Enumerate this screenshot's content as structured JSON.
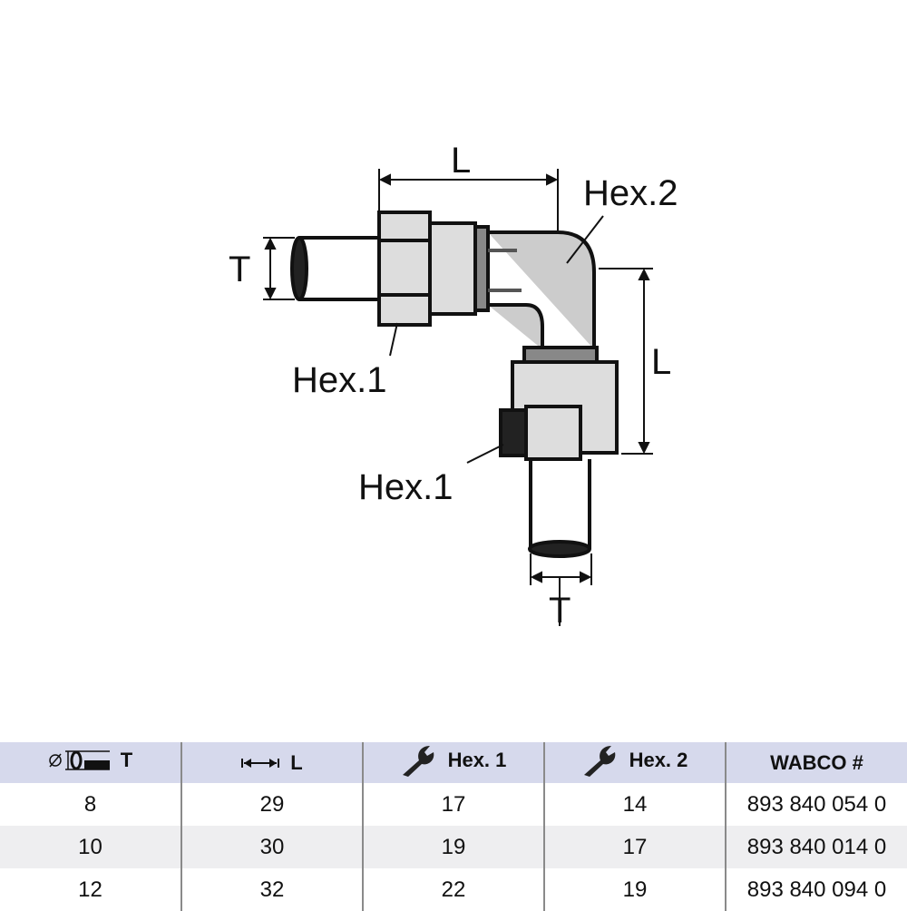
{
  "drawing": {
    "labels": {
      "length_top": "L",
      "length_right": "L",
      "tube_left": "T",
      "tube_bottom": "T",
      "hex2": "Hex.2",
      "hex1_upper": "Hex.1",
      "hex1_lower": "Hex.1"
    }
  },
  "table": {
    "headers": [
      {
        "label": "T",
        "icon": "tube-diameter-icon"
      },
      {
        "label": "L",
        "icon": "length-arrow-icon"
      },
      {
        "label": "Hex. 1",
        "icon": "wrench-icon"
      },
      {
        "label": "Hex. 2",
        "icon": "wrench-icon"
      },
      {
        "label": "WABCO #"
      }
    ],
    "rows": [
      [
        "8",
        "29",
        "17",
        "14",
        "893 840 054 0"
      ],
      [
        "10",
        "30",
        "19",
        "17",
        "893 840 014 0"
      ],
      [
        "12",
        "32",
        "22",
        "19",
        "893 840 094 0"
      ]
    ]
  }
}
